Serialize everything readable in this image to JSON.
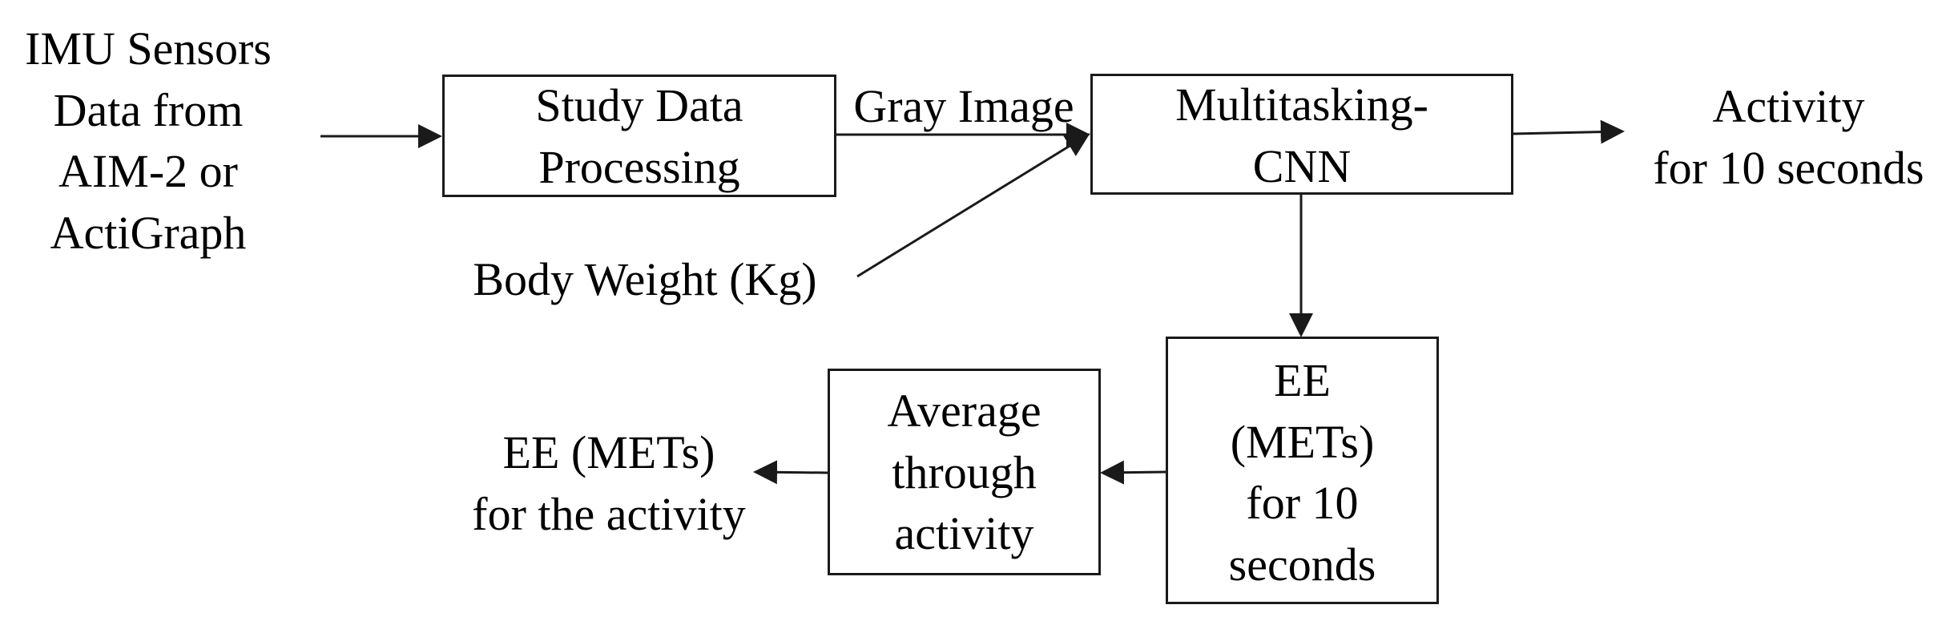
{
  "nodes": {
    "imu_sensors": {
      "lines": [
        "IMU Sensors",
        "Data from",
        "AIM-2 or",
        "ActiGraph"
      ]
    },
    "study_processing": {
      "lines": [
        "Study Data",
        "Processing"
      ]
    },
    "multitasking_cnn": {
      "lines": [
        "Multitasking-",
        "CNN"
      ]
    },
    "activity_output": {
      "lines": [
        "Activity",
        "for 10 seconds"
      ]
    },
    "body_weight": {
      "text": "Body Weight (Kg)"
    },
    "ee_10s": {
      "lines": [
        "EE",
        "(METs)",
        "for 10",
        "seconds"
      ]
    },
    "average": {
      "lines": [
        "Average",
        "through",
        "activity"
      ]
    },
    "ee_activity": {
      "lines": [
        "EE (METs)",
        "for the activity"
      ]
    }
  },
  "edges": {
    "gray_image_label": "Gray Image"
  },
  "colors": {
    "stroke": "#1a1a1a",
    "text": "#000000",
    "background": "#ffffff"
  }
}
